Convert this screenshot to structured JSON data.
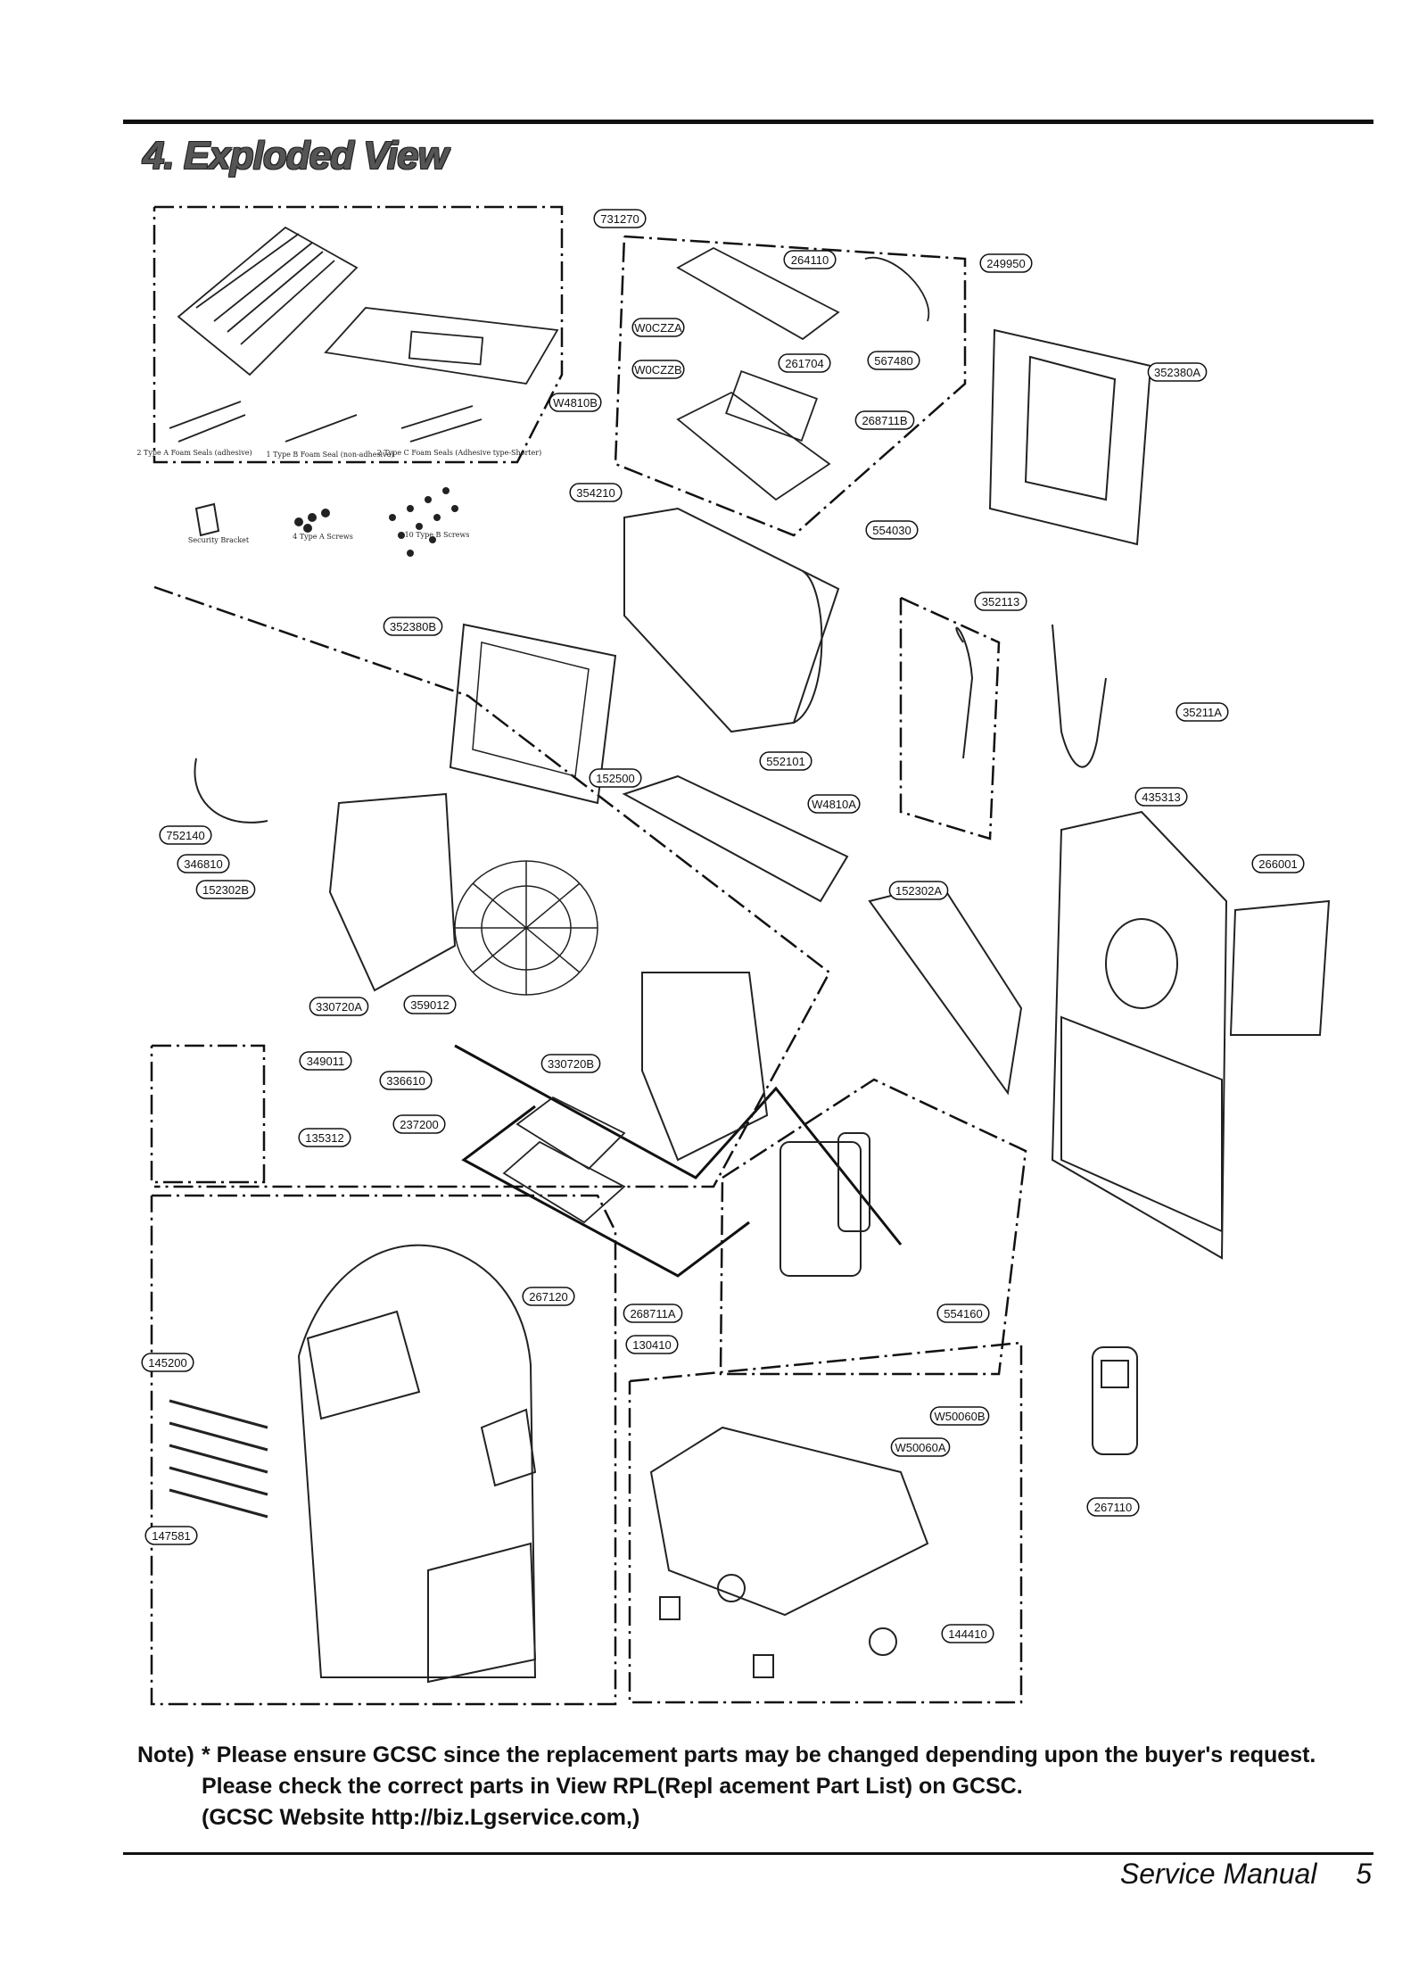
{
  "title": "4. Exploded View",
  "part_numbers": [
    "731270",
    "264110",
    "249950",
    "W0CZZA",
    "W0CZZB",
    "261704",
    "567480",
    "268711B",
    "352380A",
    "W4810B",
    "354210",
    "554030",
    "352113",
    "352380B",
    "35211A",
    "552101",
    "152500",
    "W4810A",
    "435313",
    "752140",
    "346810",
    "152302B",
    "152302A",
    "266001",
    "330720A",
    "359012",
    "349011",
    "336610",
    "330720B",
    "237200",
    "135312",
    "554160",
    "267120",
    "268711A",
    "130410",
    "145200",
    "W50060B",
    "W50060A",
    "267110",
    "147581",
    "144410"
  ],
  "kit_labels": {
    "type_a": "2 Type A Foam Seals (adhesive)",
    "type_b": "1 Type B Foam Seal (non-adhesive)",
    "type_c": "2 Type C Foam Seals (Adhesive type-Shorter)",
    "bracket": "Security Bracket",
    "screws_a": "4 Type A Screws",
    "screws_b": "10 Type B Screws"
  },
  "note": {
    "lead": "Note)",
    "line1": "* Please ensure GCSC since the replacement parts may be changed depending upon the buyer's request.",
    "line2": "Please check  the correct parts in View RPL(Repl   acement Part List) on GCSC.",
    "line3": "(GCSC Website  http://biz.Lgservice.com,)"
  },
  "footer": {
    "manual": "Service Manual",
    "page": "5"
  }
}
